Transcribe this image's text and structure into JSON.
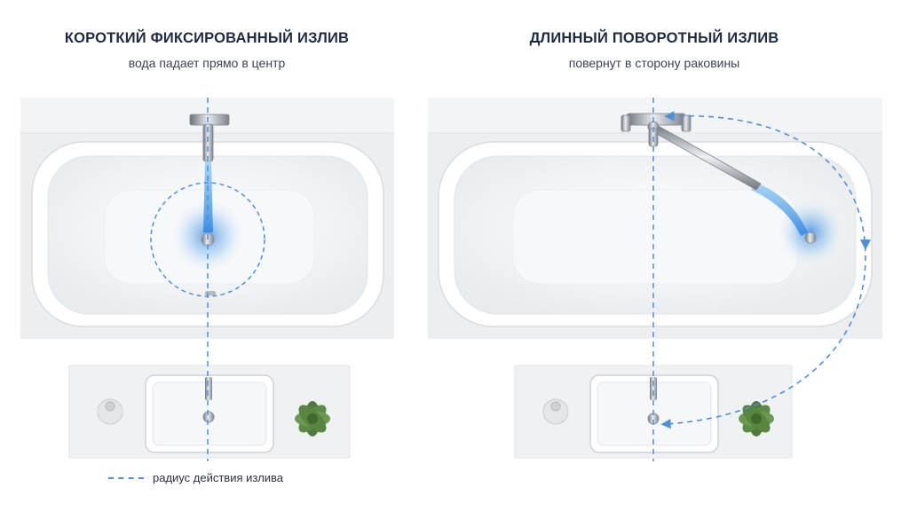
{
  "left_panel": {
    "title": "КОРОТКИЙ ФИКСИРОВАННЫЙ ИЗЛИВ",
    "subtitle": "вода падает прямо в центр"
  },
  "right_panel": {
    "title": "ДЛИННЫЙ ПОВОРОТНЫЙ ИЗЛИВ",
    "subtitle": "повернут в сторону раковины"
  },
  "legend": {
    "label": "радиус действия излива"
  },
  "colors": {
    "title": "#1f2a44",
    "dash": "#4a90e2",
    "water": "#3d8fe0",
    "chrome": "#9aa0a8"
  }
}
